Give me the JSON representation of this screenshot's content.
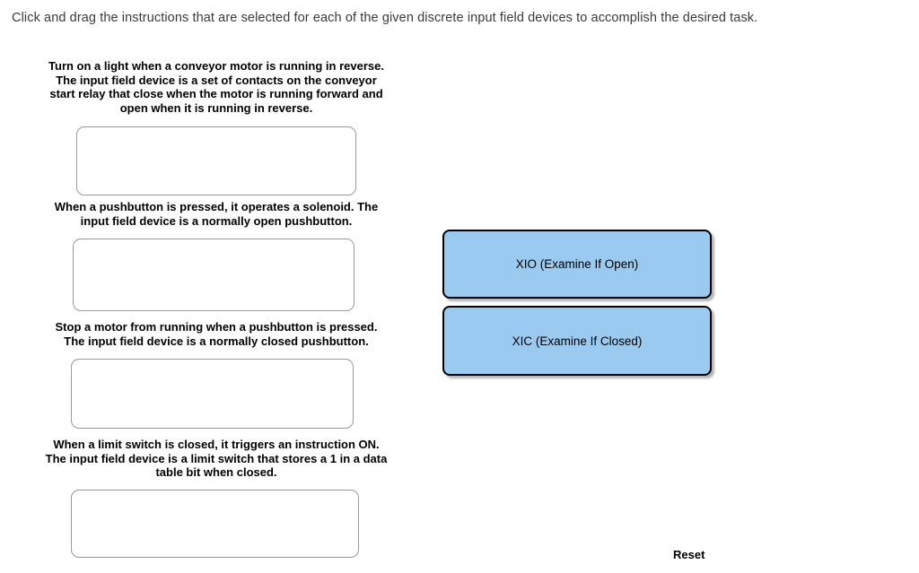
{
  "page": {
    "instructions": "Click and drag the instructions that are selected for each of the given discrete input field devices to accomplish the desired task."
  },
  "questions": [
    {
      "prompt": "Turn on a light when a conveyor motor is running in reverse.\nThe input field device is a set of contacts on the conveyor\nstart relay that close when the motor is running forward and\nopen when it is running in reverse.",
      "dropzone_value": ""
    },
    {
      "prompt": "When a pushbutton is pressed, it operates a solenoid. The\ninput field device is a normally open pushbutton.",
      "dropzone_value": ""
    },
    {
      "prompt": "Stop a motor from running when a pushbutton is pressed.\nThe input field device is a normally closed pushbutton.",
      "dropzone_value": ""
    },
    {
      "prompt": "When a limit switch is closed, it triggers an instruction ON.\nThe input field device is a limit switch that stores a 1 in a data\ntable bit when closed.",
      "dropzone_value": ""
    }
  ],
  "draggables": [
    {
      "label": "XIO (Examine If Open)"
    },
    {
      "label": "XIC (Examine If Closed)"
    }
  ],
  "controls": {
    "reset_label": "Reset"
  },
  "colors": {
    "draggable_fill": "#9BCAF1",
    "draggable_border": "#000000",
    "dropzone_border": "#999999",
    "instructions_text": "#3a3a3a",
    "prompt_text": "#000000"
  }
}
